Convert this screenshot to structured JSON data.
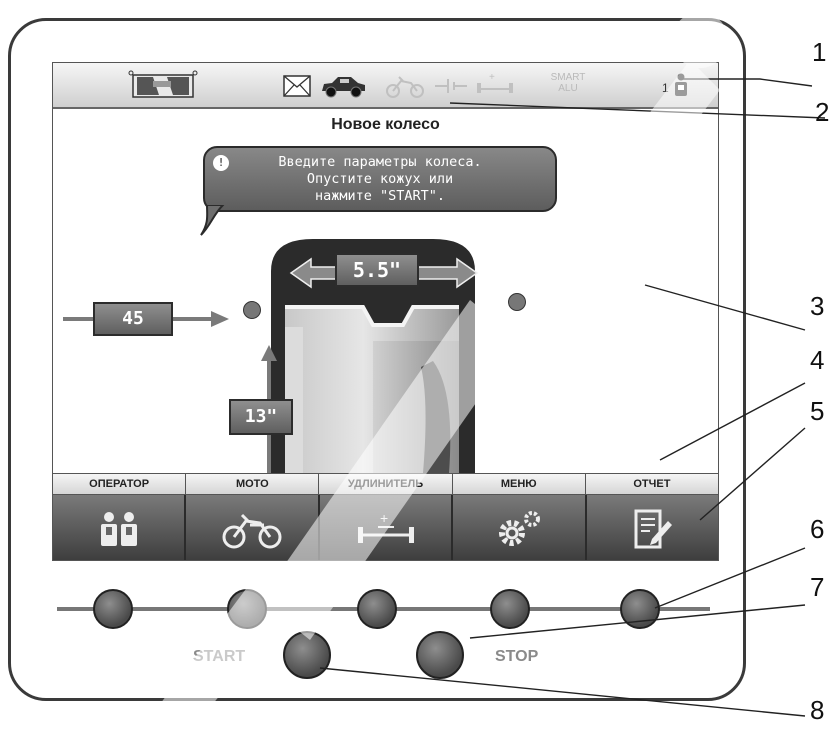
{
  "status_bar": {
    "smart_line1": "SMART",
    "smart_line2": "ALU",
    "counter": "1"
  },
  "screen": {
    "title": "Новое колесо",
    "message": {
      "line1": "Введите параметры колеса.",
      "line2": "Опустите кожух или",
      "line3": "нажмите \"START\"."
    },
    "wheel": {
      "width": "5.5\"",
      "distance": "45",
      "diameter": "13\""
    }
  },
  "menu": {
    "items": [
      {
        "label": "ОПЕРАТОР",
        "icon": "operators-icon"
      },
      {
        "label": "МОТО",
        "icon": "motorcycle-icon"
      },
      {
        "label": "УДЛИНИТЕЛЬ",
        "icon": "extension-icon"
      },
      {
        "label": "МЕНЮ",
        "icon": "gears-icon"
      },
      {
        "label": "ОТЧЕТ",
        "icon": "report-icon"
      }
    ]
  },
  "hardware": {
    "start_label": "START",
    "stop_label": "STOP"
  },
  "callouts": [
    "1",
    "2",
    "3",
    "4",
    "5",
    "6",
    "7",
    "8"
  ],
  "colors": {
    "panel_dark": "#3c3c3c",
    "panel_light": "#d6d6d6",
    "accent_gray": "#777777"
  }
}
